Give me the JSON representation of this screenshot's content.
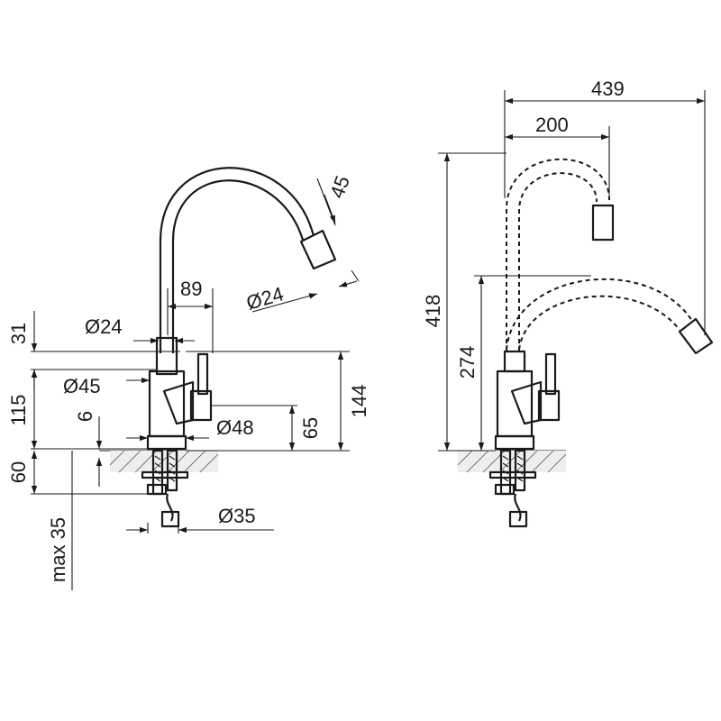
{
  "diagram": {
    "left_view": {
      "dim_31": "31",
      "dim_115": "115",
      "dim_60": "60",
      "dim_max35": "max 35",
      "dim_6": "6",
      "dim_d24_pipe": "Ø24",
      "dim_89": "89",
      "dim_d45": "Ø45",
      "dim_d48": "Ø48",
      "dim_65": "65",
      "dim_144": "144",
      "dim_45": "45",
      "dim_d24_spout": "Ø24",
      "dim_d35": "Ø35"
    },
    "right_view": {
      "dim_439": "439",
      "dim_200": "200",
      "dim_418": "418",
      "dim_274": "274"
    }
  }
}
